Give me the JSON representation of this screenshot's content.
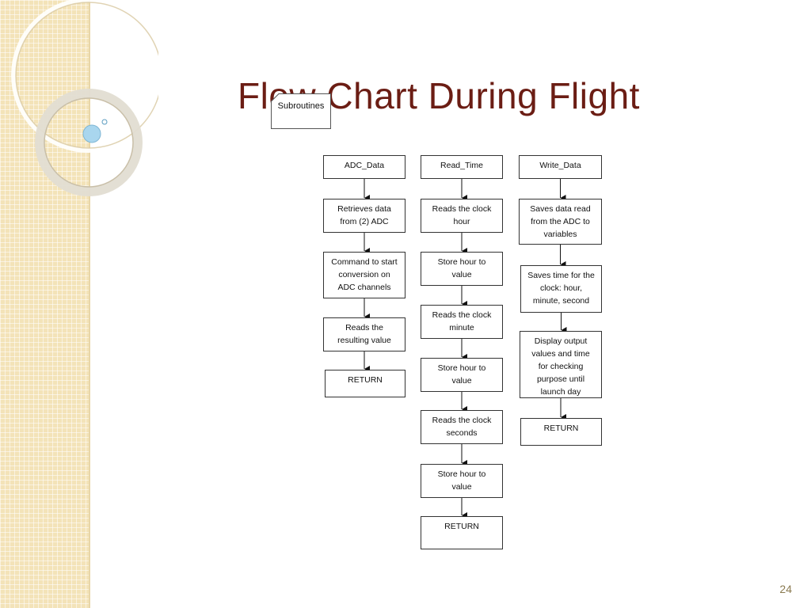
{
  "slide": {
    "title": "Flow Chart During Flight",
    "page_number": "24"
  },
  "subroutines_label": "Subroutines",
  "columns": [
    {
      "name": "adc-data",
      "boxes": [
        "ADC_Data",
        "Retrieves data\nfrom (2) ADC",
        "Command to start\nconversion on\nADC channels",
        "Reads the\nresulting value",
        "RETURN"
      ]
    },
    {
      "name": "read-time",
      "boxes": [
        "Read_Time",
        "Reads the clock\nhour",
        "Store hour to\nvalue",
        "Reads the clock\nminute",
        "Store hour to\nvalue",
        "Reads the clock\nseconds",
        "Store hour to\nvalue",
        "RETURN"
      ]
    },
    {
      "name": "write-data",
      "boxes": [
        "Write_Data",
        "Saves data read\nfrom the ADC to\nvariables",
        "Saves time for the\nclock: hour,\nminute, second",
        "Display output\nvalues and time\nfor checking\npurpose until\nlaunch day",
        "RETURN"
      ]
    }
  ],
  "colors": {
    "title": "#6b1d14",
    "sidebar": "#f3e3b8",
    "accent_bubble": "#a9d6ee"
  }
}
